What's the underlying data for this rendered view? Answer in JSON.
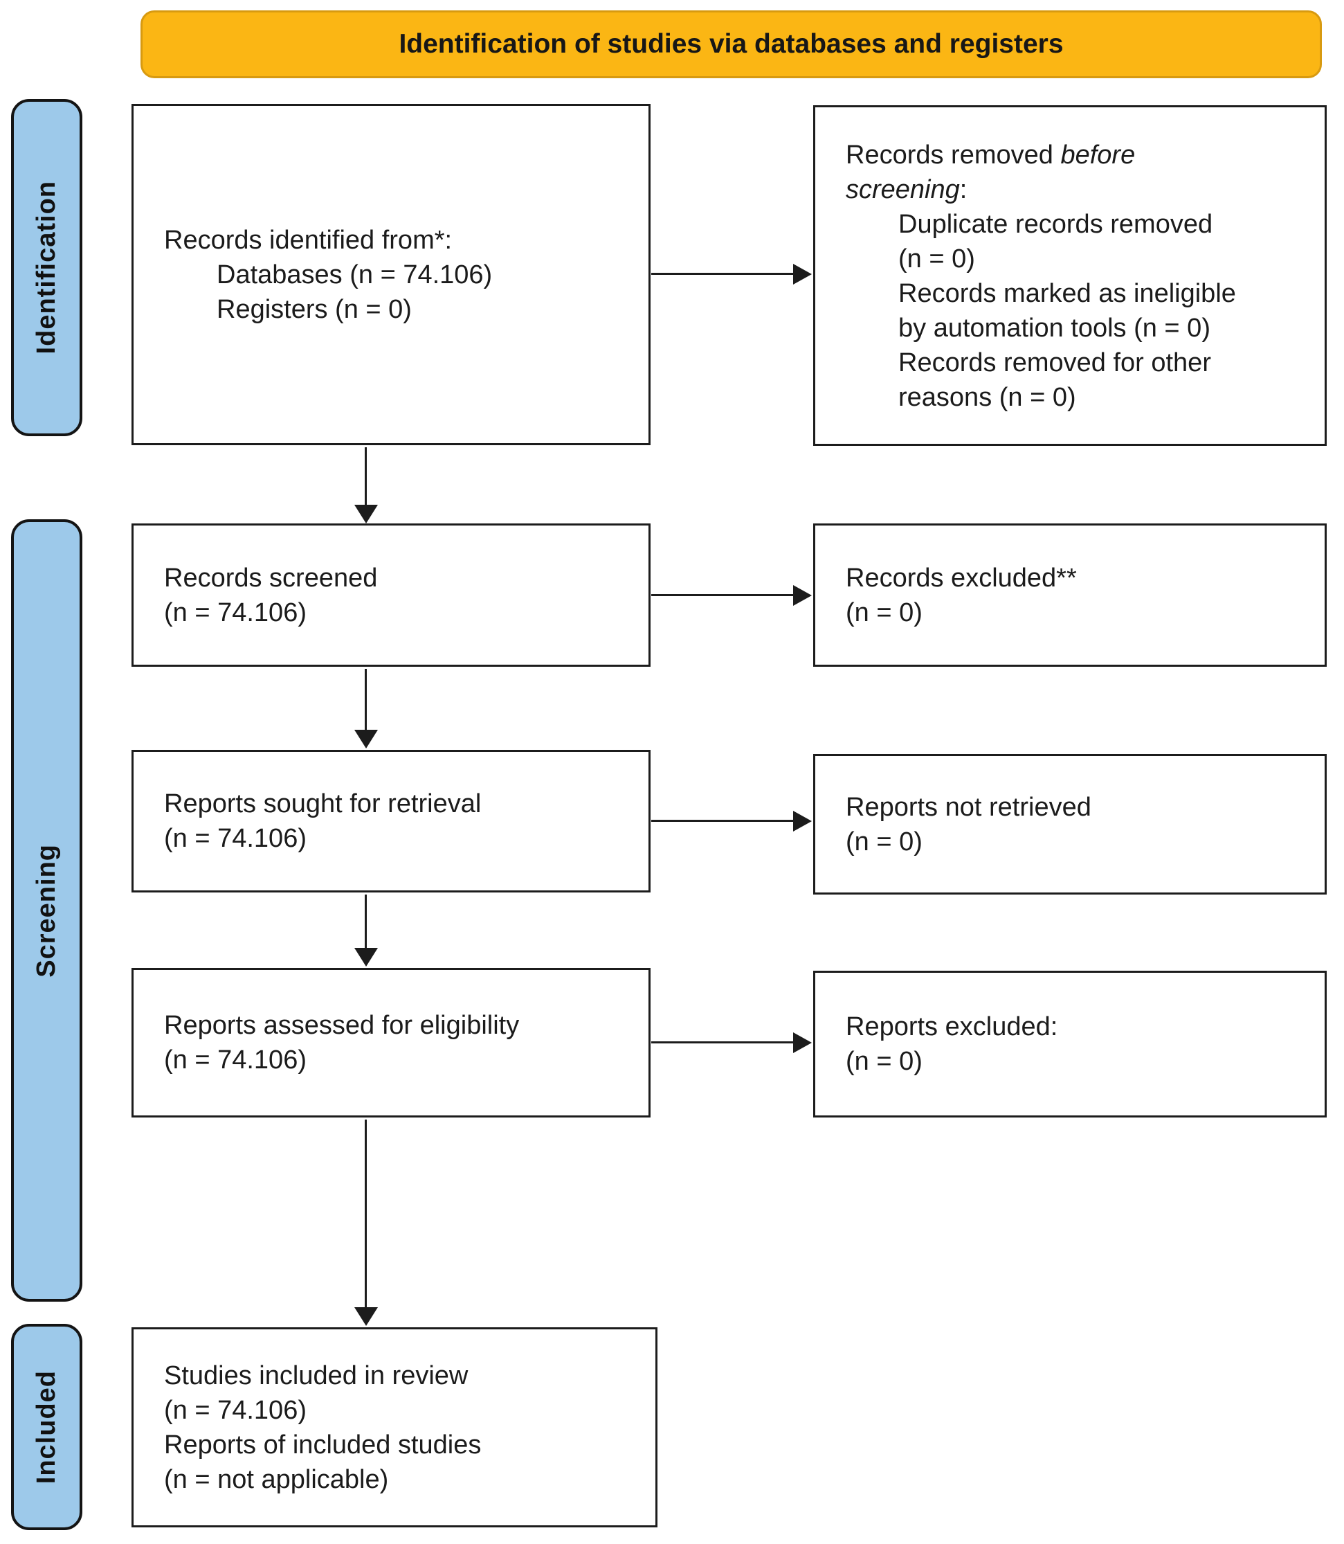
{
  "banner": {
    "title": "Identification of studies via databases and registers"
  },
  "stages": {
    "identification": "Identification",
    "screening": "Screening",
    "included": "Included"
  },
  "colors": {
    "banner_bg": "#fbb614",
    "banner_border": "#d89a10",
    "stage_bg": "#9dc9ea",
    "box_border": "#1c1c1c",
    "text": "#1b1b1b"
  },
  "boxes": {
    "identified": {
      "title": "Records identified from*:",
      "items": [
        "Databases (n = 74.106)",
        "Registers (n = 0)"
      ]
    },
    "removed": {
      "title_prefix": "Records removed ",
      "title_italic_1": "before",
      "title_italic_2": "screening",
      "title_suffix": ":",
      "items": [
        {
          "line1": "Duplicate records removed",
          "line2": "(n = 0)"
        },
        {
          "line1": "Records marked as ineligible",
          "line2": "by automation tools (n = 0)"
        },
        {
          "line1": "Records removed for other",
          "line2": "reasons (n = 0)"
        }
      ]
    },
    "screened": {
      "line1": "Records screened",
      "line2": "(n = 74.106)"
    },
    "excluded": {
      "line1": "Records excluded**",
      "line2": "(n = 0)"
    },
    "sought": {
      "line1": "Reports sought for retrieval",
      "line2": "(n = 74.106)"
    },
    "not_retrieved": {
      "line1": "Reports not retrieved",
      "line2": "(n = 0)"
    },
    "assessed": {
      "line1": "Reports assessed for eligibility",
      "line2": "(n = 74.106)"
    },
    "reports_excluded": {
      "line1": "Reports excluded:",
      "line2": "(n = 0)"
    },
    "included_box": {
      "line1": "Studies included in review",
      "line2": "(n = 74.106)",
      "line3": "Reports of included studies",
      "line4": "(n = not applicable)"
    }
  }
}
